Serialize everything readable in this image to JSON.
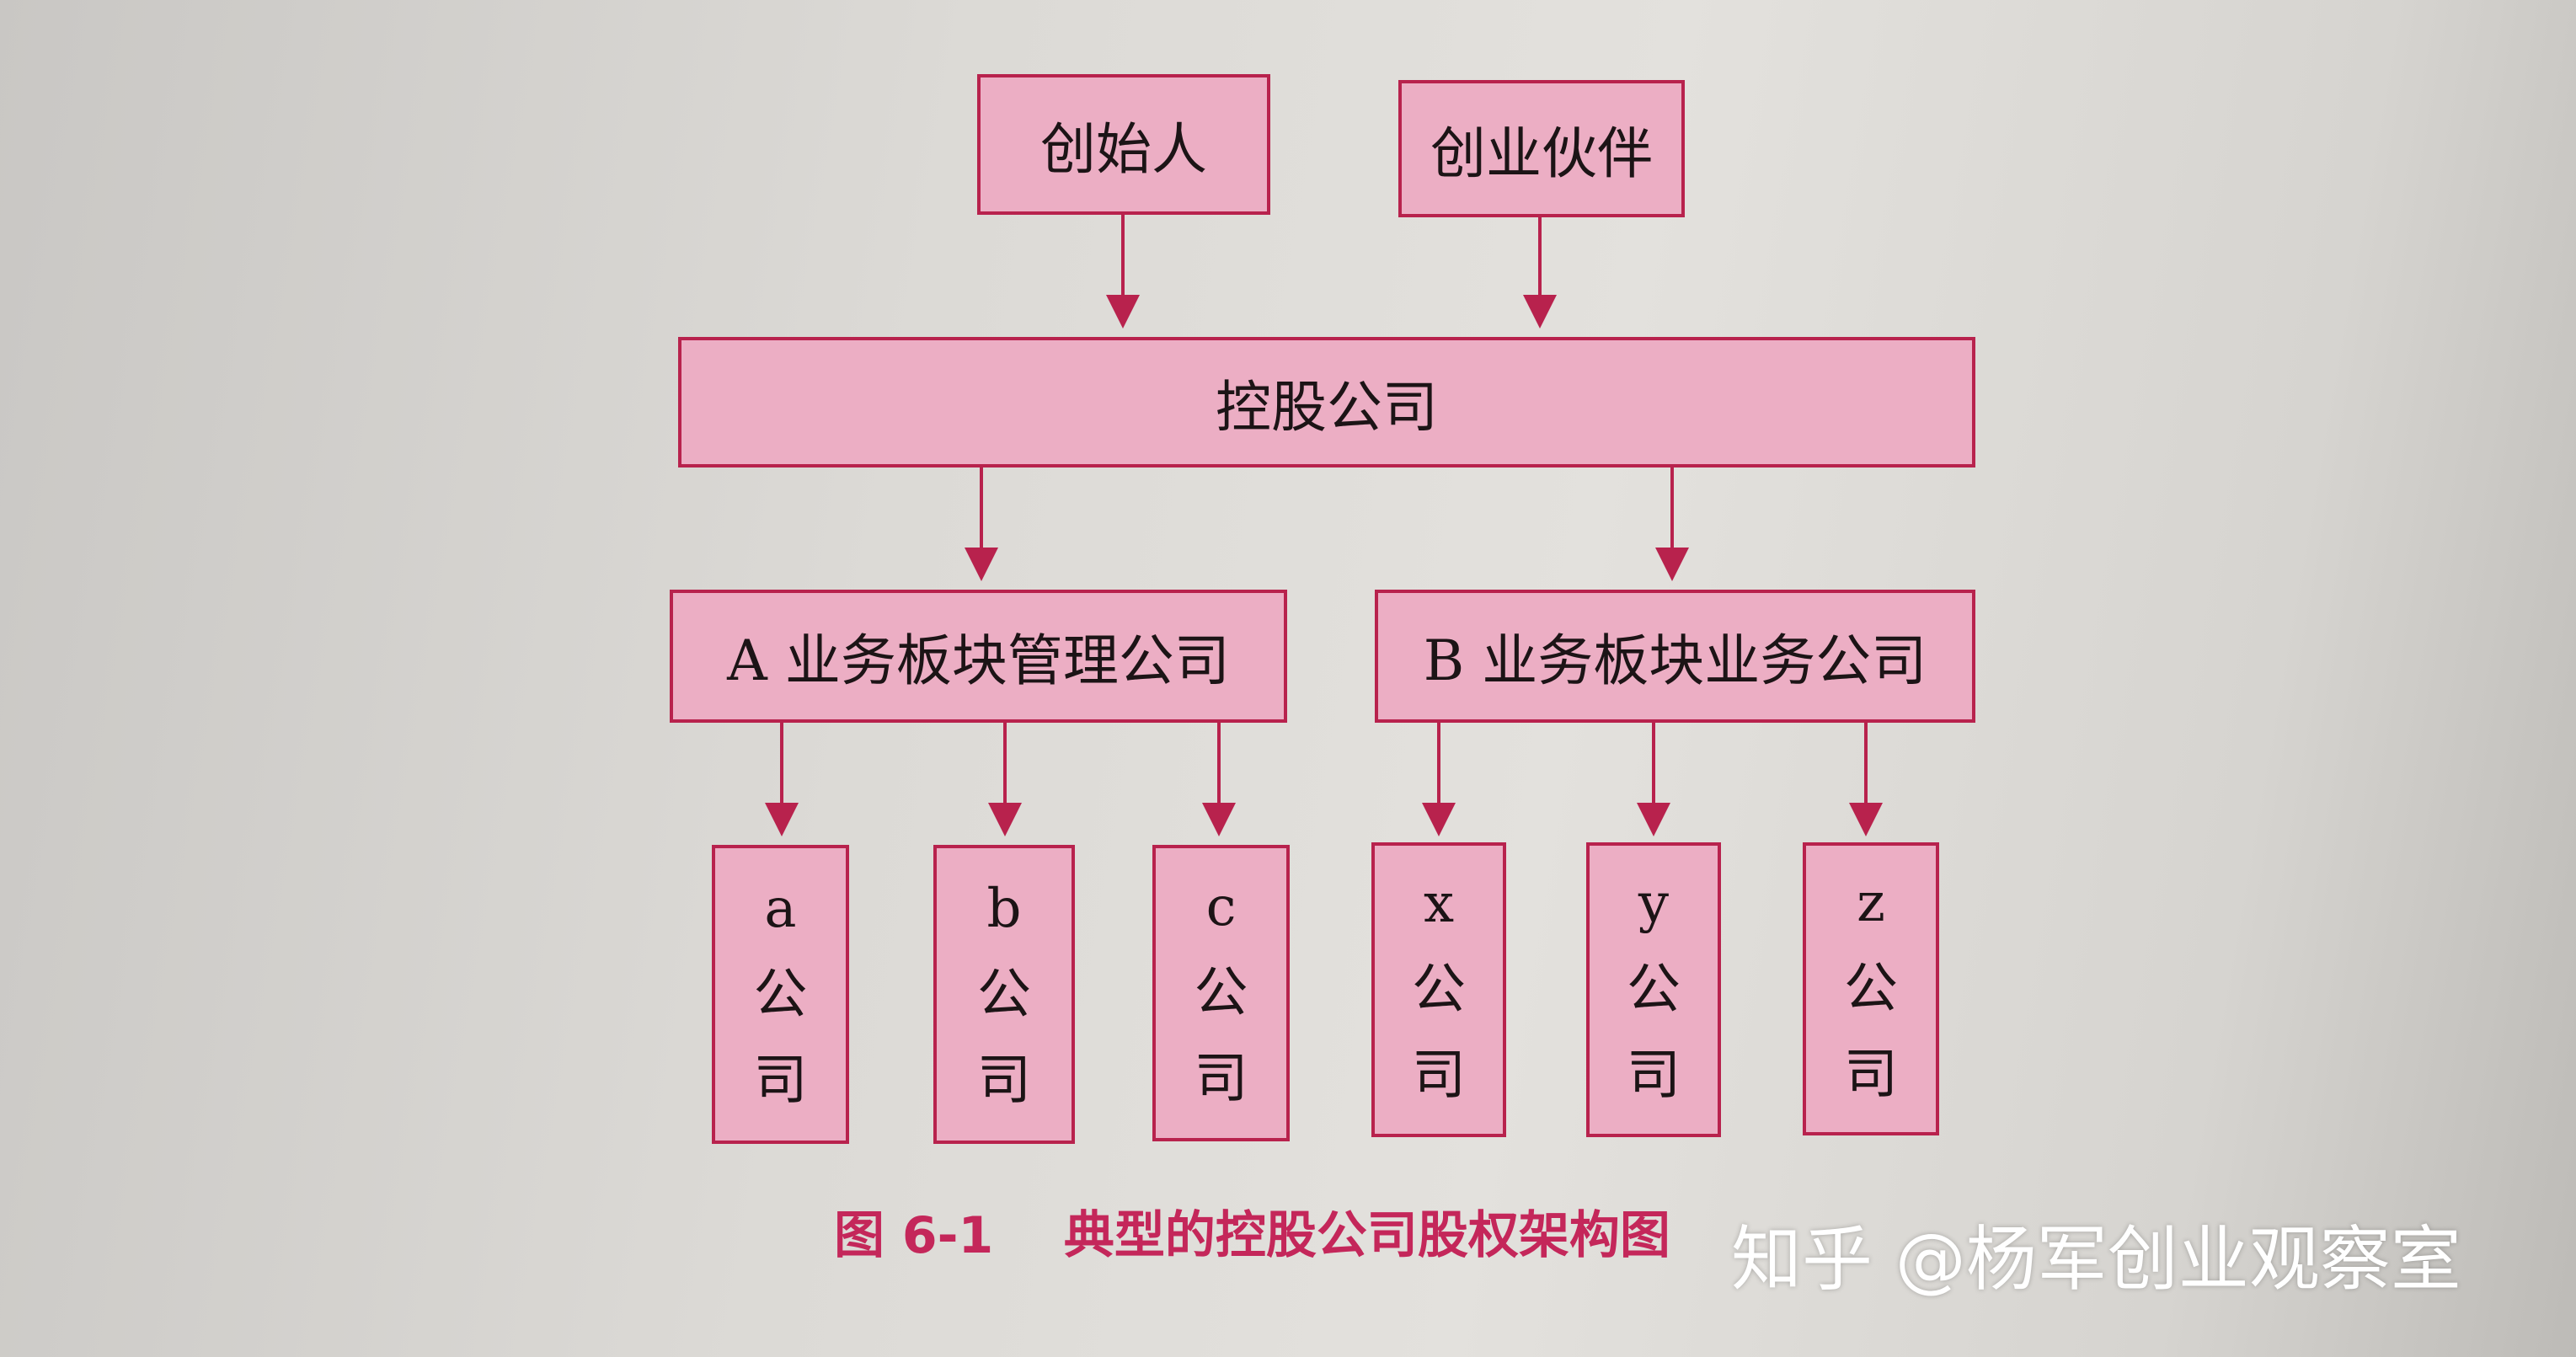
{
  "nodes": {
    "founder": "创始人",
    "partner": "创业伙伴",
    "holding": "控股公司",
    "mgmt_a": "A 业务板块管理公司",
    "biz_b": "B 业务板块业务公司",
    "sub_a": [
      "a",
      "公",
      "司"
    ],
    "sub_b": [
      "b",
      "公",
      "司"
    ],
    "sub_c": [
      "c",
      "公",
      "司"
    ],
    "sub_x": [
      "x",
      "公",
      "司"
    ],
    "sub_y": [
      "y",
      "公",
      "司"
    ],
    "sub_z": [
      "z",
      "公",
      "司"
    ]
  },
  "caption": "图 6-1    典型的控股公司股权架构图",
  "watermark": "知乎 @杨军创业观察室",
  "colors": {
    "box_fill": "#ecaec4",
    "box_border": "#b8224d",
    "arrow": "#b8224d",
    "caption": "#c4275a"
  }
}
